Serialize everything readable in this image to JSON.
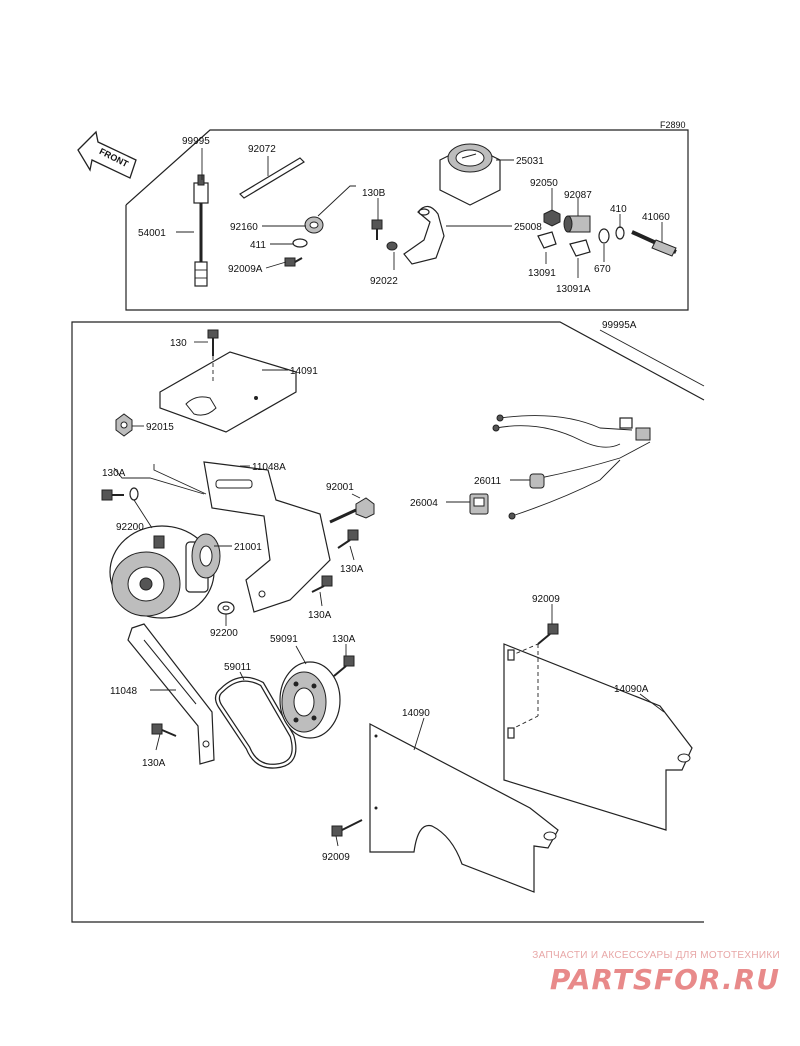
{
  "figure_id": "F2890",
  "front_label": "FRONT",
  "labels": {
    "l99995": "99995",
    "l92072": "92072",
    "l25031": "25031",
    "l92050": "92050",
    "l92087": "92087",
    "l410": "410",
    "l41060": "41060",
    "l130B": "130B",
    "l92160": "92160",
    "l411": "411",
    "l54001": "54001",
    "l92009A": "92009A",
    "l25008": "25008",
    "l92022": "92022",
    "l13091": "13091",
    "l670": "670",
    "l13091A": "13091A",
    "l99995A": "99995A",
    "l130": "130",
    "l14091": "14091",
    "l92015": "92015",
    "l11048A": "11048A",
    "l130A_1": "130A",
    "l92001": "92001",
    "l26011": "26011",
    "l26004": "26004",
    "l92200_1": "92200",
    "l21001": "21001",
    "l130A_2": "130A",
    "l130A_3": "130A",
    "l92009_1": "92009",
    "l92200_2": "92200",
    "l59091": "59091",
    "l130A_4": "130A",
    "l59011": "59011",
    "l11048": "11048",
    "l14090A": "14090A",
    "l14090": "14090",
    "l130A_5": "130A",
    "l92009_2": "92009"
  },
  "watermark": {
    "subtitle": "ЗАПЧАСТИ И АКСЕССУАРЫ ДЛЯ МОТОТЕХНИКИ",
    "logo": "PARTSFOR.RU",
    "color": "#e88a8a"
  }
}
